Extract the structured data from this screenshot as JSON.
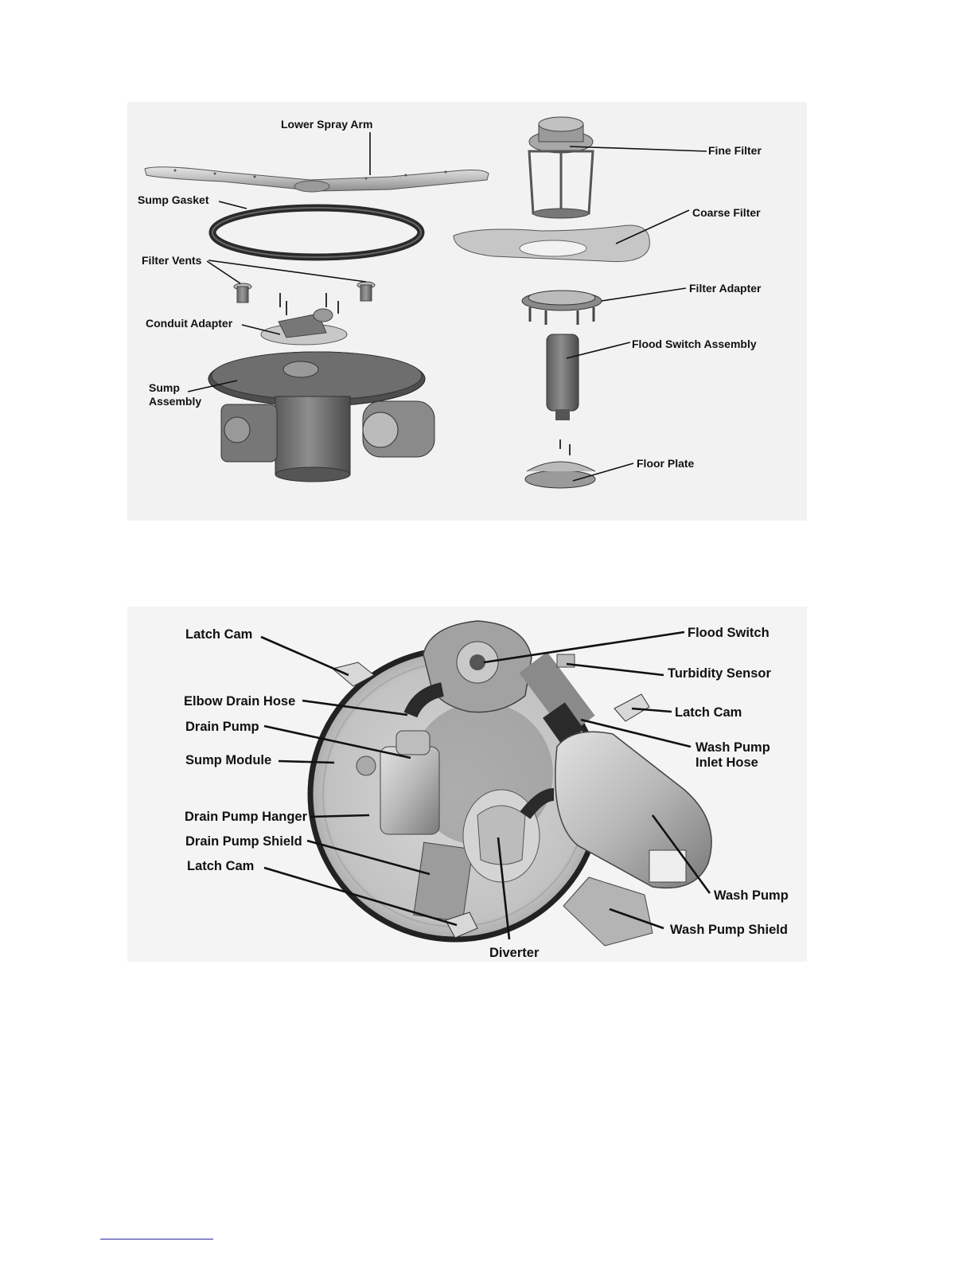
{
  "exploded_view": {
    "labels": {
      "lower_spray_arm": "Lower Spray Arm",
      "sump_gasket": "Sump Gasket",
      "filter_vents": "Filter Vents",
      "conduit_adapter": "Conduit Adapter",
      "sump_assembly_line1": "Sump",
      "sump_assembly_line2": "Assembly",
      "fine_filter": "Fine Filter",
      "coarse_filter": "Coarse Filter",
      "filter_adapter": "Filter Adapter",
      "flood_switch_assembly": "Flood Switch Assembly",
      "floor_plate": "Floor Plate"
    }
  },
  "bottom_view": {
    "labels": {
      "latch_cam_top_left": "Latch Cam",
      "elbow_drain_hose": "Elbow Drain Hose",
      "drain_pump": "Drain Pump",
      "sump_module": "Sump Module",
      "drain_pump_hanger": "Drain Pump Hanger",
      "drain_pump_shield": "Drain Pump Shield",
      "latch_cam_bottom_left": "Latch Cam",
      "diverter": "Diverter",
      "flood_switch": "Flood Switch",
      "turbidity_sensor": "Turbidity Sensor",
      "latch_cam_right": "Latch Cam",
      "wash_pump_inlet_hose_line1": "Wash Pump",
      "wash_pump_inlet_hose_line2": "Inlet Hose",
      "wash_pump": "Wash Pump",
      "wash_pump_shield": "Wash Pump Shield"
    }
  }
}
